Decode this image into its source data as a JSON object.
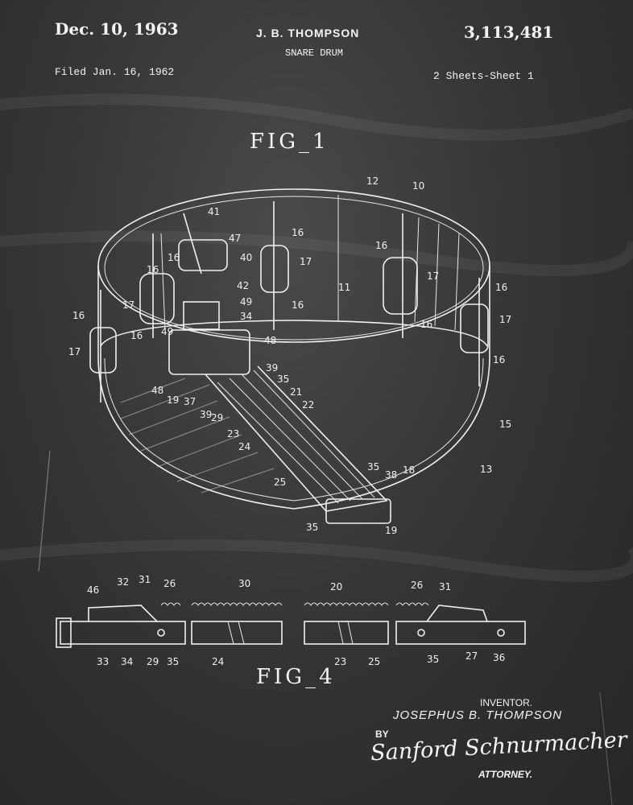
{
  "header": {
    "date": "Dec. 10, 1963",
    "inventor": "J. B. THOMPSON",
    "patent_number": "3,113,481",
    "title": "SNARE DRUM",
    "filed": "Filed Jan. 16, 1962",
    "sheets": "2 Sheets-Sheet 1"
  },
  "figures": {
    "fig1_label": "FIG_1",
    "fig4_label": "FIG_4",
    "fig1_refs": [
      "12",
      "10",
      "41",
      "47",
      "16",
      "16",
      "17",
      "16",
      "40",
      "16",
      "17",
      "16",
      "42",
      "11",
      "17",
      "49",
      "34",
      "16",
      "16",
      "17",
      "16",
      "17",
      "49",
      "48",
      "16",
      "48",
      "19",
      "37",
      "39",
      "35",
      "21",
      "29",
      "22",
      "39",
      "23",
      "24",
      "15",
      "13",
      "25",
      "35",
      "38",
      "18",
      "35",
      "19",
      "16"
    ],
    "fig4_refs": [
      "46",
      "32",
      "31",
      "26",
      "30",
      "20",
      "26",
      "31",
      "33",
      "34",
      "29",
      "35",
      "24",
      "23",
      "25",
      "35",
      "27",
      "36"
    ]
  },
  "signature_block": {
    "inventor_label": "INVENTOR.",
    "inventor_name": "JOSEPHUS B. THOMPSON",
    "by_label": "BY",
    "signature": "Sanford Schnurmacher",
    "attorney_label": "ATTORNEY."
  }
}
